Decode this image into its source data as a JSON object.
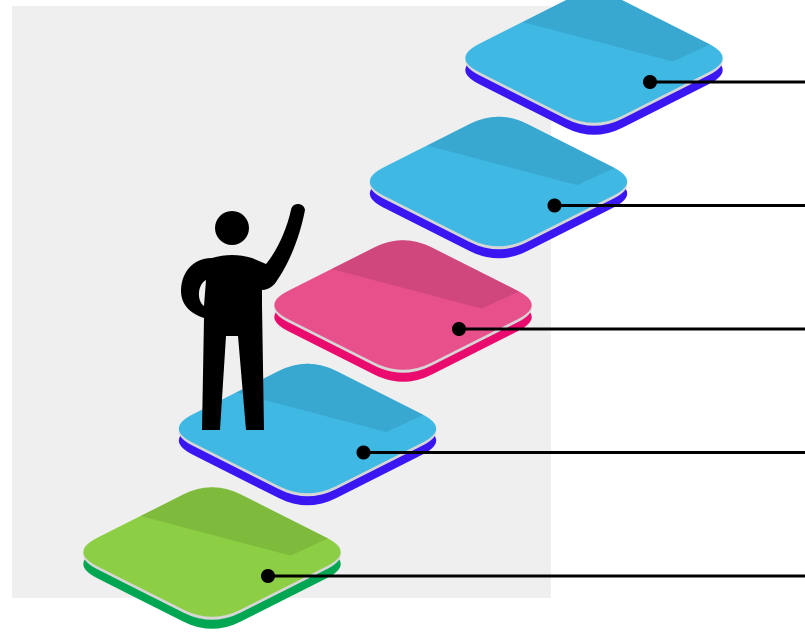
{
  "diagram": {
    "type": "isometric-staircase",
    "step_count": 5,
    "steps": [
      {
        "name": "step-1",
        "level": 1,
        "color": "#8ccf45",
        "shade": "#7db83c",
        "side": "#00a651",
        "has_leader_line": true
      },
      {
        "name": "step-2",
        "level": 2,
        "color": "#3fb8e4",
        "shade": "#39a6d0",
        "side": "#3a16f2",
        "has_leader_line": true
      },
      {
        "name": "step-3",
        "level": 3,
        "color": "#e8508c",
        "shade": "#cf477d",
        "side": "#ea0b6e",
        "has_leader_line": true
      },
      {
        "name": "step-4",
        "level": 4,
        "color": "#3fb8e4",
        "shade": "#39a6d0",
        "side": "#3a16f2",
        "has_leader_line": true
      },
      {
        "name": "step-5",
        "level": 5,
        "color": "#3fb8e4",
        "shade": "#39a6d0",
        "side": "#3a16f2",
        "has_leader_line": true
      }
    ],
    "figure": {
      "icon": "person-waving-icon",
      "stands_on_level": 2,
      "color": "#000000"
    },
    "background": {
      "panel_color": "#efefef"
    },
    "leader_line_color": "#000000",
    "rim_color": "#d6d6d6"
  }
}
